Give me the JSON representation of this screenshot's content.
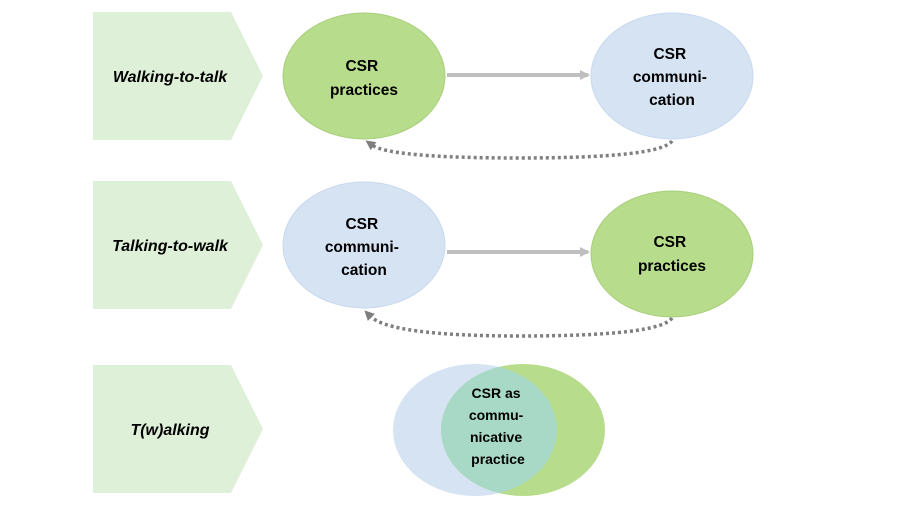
{
  "colors": {
    "label_fill": "#dff0d8",
    "practice_fill": "#b7dc8b",
    "practice_stroke": "#a8cf7c",
    "communication_fill": "#d6e3f3",
    "communication_stroke": "#c8d8ee",
    "overlap_fill": "#a8d8c6",
    "arrow_solid": "#bfbfbf",
    "arrow_dotted": "#7f7f7f"
  },
  "rows": [
    {
      "label": "Walking-to-talk",
      "left_node": {
        "kind": "practice",
        "lines": [
          "CSR",
          "practices"
        ]
      },
      "right_node": {
        "kind": "communication",
        "lines": [
          "CSR",
          "communi-",
          "cation"
        ]
      }
    },
    {
      "label": "Talking-to-walk",
      "left_node": {
        "kind": "communication",
        "lines": [
          "CSR",
          "communi-",
          "cation"
        ]
      },
      "right_node": {
        "kind": "practice",
        "lines": [
          "CSR",
          "practices"
        ]
      }
    },
    {
      "label": "T(w)alking",
      "overlap_lines": [
        "CSR as",
        "commu-",
        "nicative",
        "practice"
      ]
    }
  ]
}
